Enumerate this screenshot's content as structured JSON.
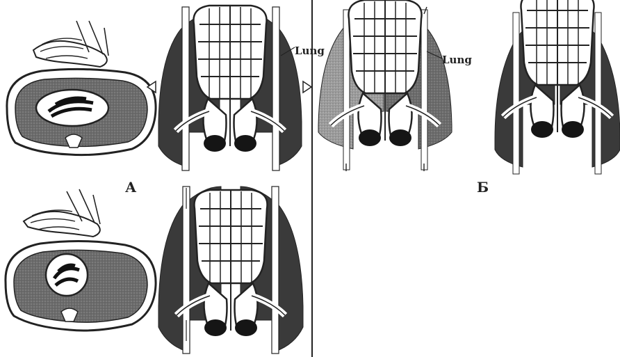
{
  "panel_labels": {
    "a": "А",
    "b": "Б"
  },
  "callouts": {
    "lung_a": "Lung",
    "lung_b": "Lung"
  },
  "colors": {
    "ink": "#222222",
    "lung_dark": "#3a3a3a",
    "lung_medium": "#6b6b6b",
    "lung_light": "#8a8a8a",
    "paper": "#ffffff"
  }
}
